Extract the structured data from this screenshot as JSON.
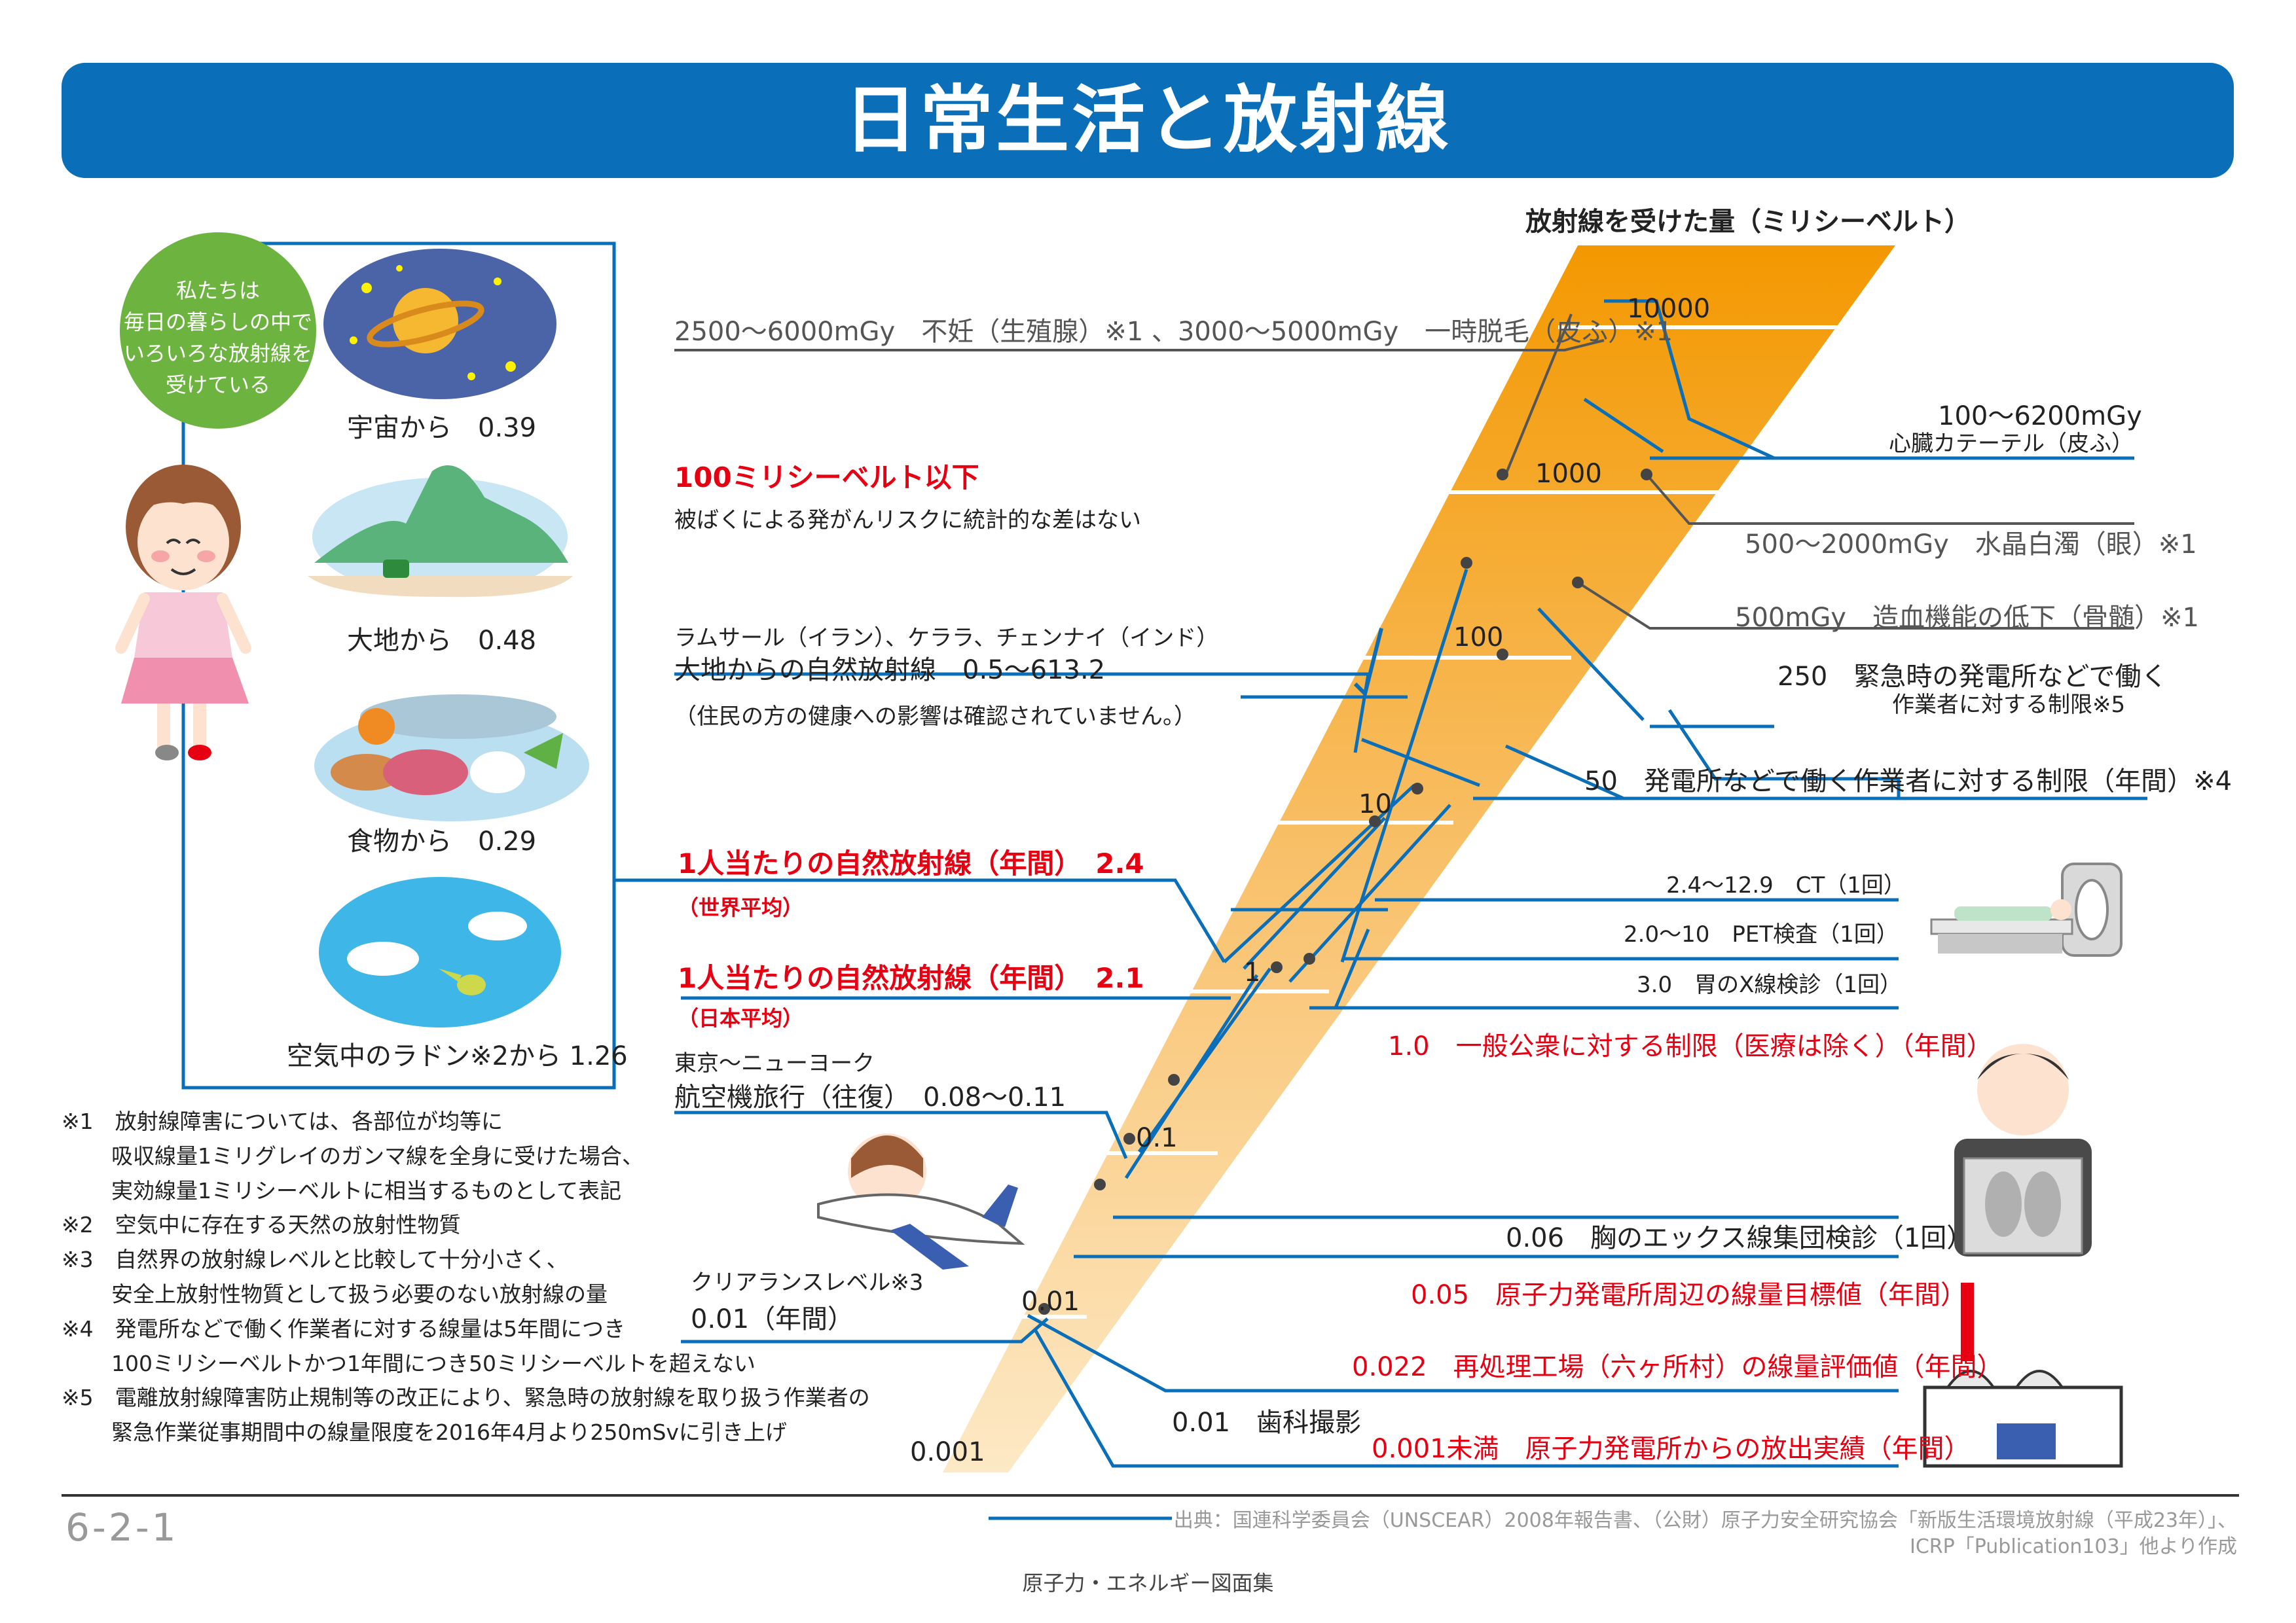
{
  "title": "日常生活と放射線",
  "axis_title": "放射線を受けた量（ミリシーベルト）",
  "scale_labels": [
    "10000",
    "1000",
    "100",
    "10",
    "1",
    "0.1",
    "0.01",
    "0.001"
  ],
  "bubble": {
    "lines": [
      "私たちは",
      "毎日の暮らしの中で",
      "いろいろな放射線を",
      "受けている"
    ]
  },
  "sources": [
    {
      "label": "宇宙から　0.39",
      "icon": "space-planet-icon"
    },
    {
      "label": "大地から　0.48",
      "icon": "mountain-icon"
    },
    {
      "label": "食物から　0.29",
      "icon": "food-icon"
    },
    {
      "label": "空気中のラドン※2から 1.26",
      "icon": "sky-bird-icon"
    }
  ],
  "left_labels": {
    "gy_line": "2500～6000mGy　不妊（生殖腺）※1 、3000～5000mGy　一時脱毛（皮ふ）※1",
    "under100_title": "100ミリシーベルト以下",
    "under100_text": "被ばくによる発がんリスクに統計的な差はない",
    "ramsar_line1": "ラムサール（イラン）、ケララ、チェンナイ（インド）",
    "ramsar_line2": "大地からの自然放射線　0.5～613.2",
    "ramsar_note": "（住民の方の健康への影響は確認されていません。）",
    "world_title": "1人当たりの自然放射線（年間）　2.4",
    "world_sub": "（世界平均）",
    "japan_title": "1人当たりの自然放射線（年間）　2.1",
    "japan_sub": "（日本平均）",
    "flight_line1": "東京～ニューヨーク",
    "flight_line2": "航空機旅行（往復）　0.08～0.11",
    "clearance_line1": "クリアランスレベル※3",
    "clearance_line2": "0.01（年間）"
  },
  "right_labels": {
    "heart_line1": "100～6200mGy",
    "heart_line2": "心臓カテーテル（皮ふ）",
    "cataract": "500～2000mGy　水晶白濁（眼）※1",
    "blood": "500mGy　造血機能の低下（骨髄）※1",
    "emergency_line1": "250　緊急時の発電所などで働く",
    "emergency_line2": "作業者に対する制限※5",
    "worker50": "50　発電所などで働く作業者に対する制限（年間）※4",
    "ct": "2.4～12.9　CT（1回）",
    "pet": "2.0～10　PET検査（1回）",
    "stomach": "3.0　胃のX線検診（1回）",
    "public": "1.0　一般公衆に対する制限（医療は除く）（年間）",
    "chest": "0.06　胸のエックス線集団検診（1回）",
    "npp_target": "0.05　原子力発電所周辺の線量目標値（年間）",
    "reprocess": "0.022　再処理工場（六ヶ所村）の線量評価値（年間）",
    "dental": "0.01　歯科撮影",
    "npp_release": "0.001未満　原子力発電所からの放出実績（年間）"
  },
  "notes": [
    "※1　放射線障害については、各部位が均等に",
    "吸収線量1ミリグレイのガンマ線を全身に受けた場合、",
    "実効線量1ミリシーベルトに相当するものとして表記",
    "※2　空気中に存在する天然の放射性物質",
    "※3　自然界の放射線レベルと比較して十分小さく、",
    "安全上放射性物質として扱う必要のない放射線の量",
    "※4　発電所などで働く作業者に対する線量は5年間につき",
    "100ミリシーベルトかつ1年間につき50ミリシーベルトを超えない",
    "※5　電離放射線障害防止規制等の改正により、緊急時の放射線を取り扱う作業者の",
    "緊急作業従事期間中の線量限度を2016年4月より250mSvに引き上げ"
  ],
  "page_number": "6-2-1",
  "source_line1": "出典：国連科学委員会（UNSCEAR）2008年報告書、（公財）原子力安全研究協会「新版生活環境放射線（平成23年）」、",
  "source_line2": "ICRP「Publication103」他より作成",
  "footer_title": "原子力・エネルギー図面集",
  "colors": {
    "header": "#0a6fb8",
    "beam": "#f39800",
    "line": "#0a6fb8",
    "red": "#e60012"
  }
}
